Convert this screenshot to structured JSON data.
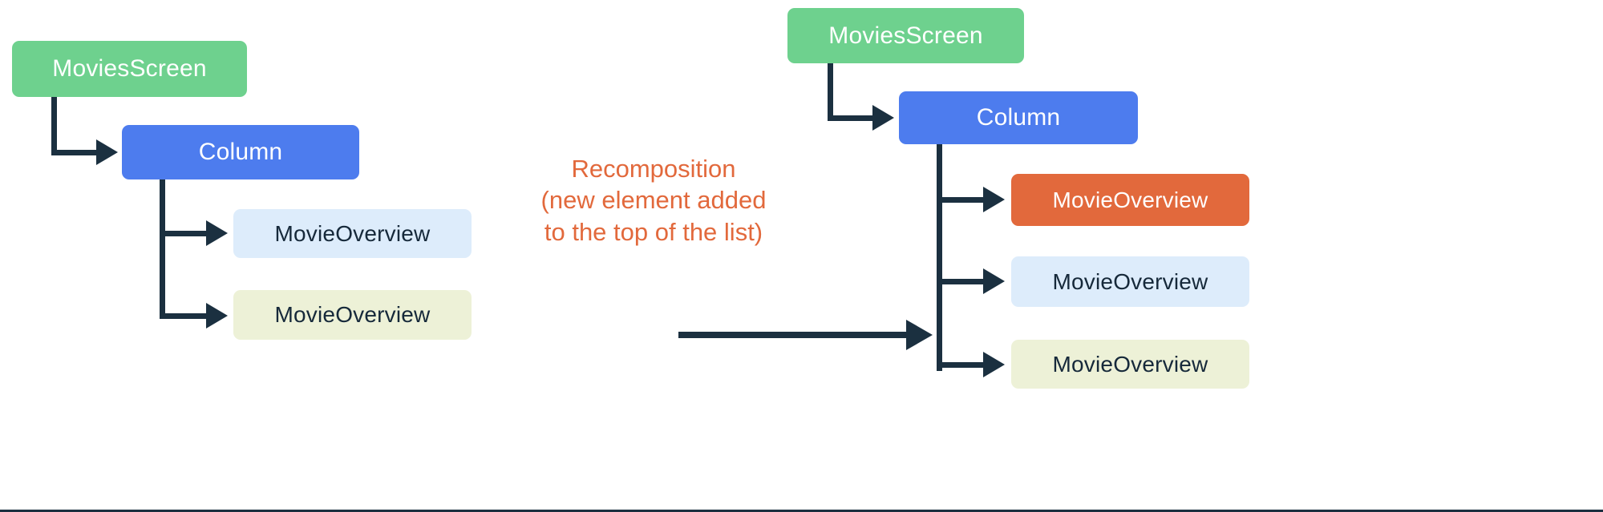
{
  "diagram": {
    "title_text": "Recomposition",
    "colors": {
      "green": "#6ed18e",
      "blue": "#4d7cee",
      "orange": "#e2693c",
      "light_blue": "#ddecfb",
      "pale_yellow": "#edf1d7",
      "connector": "#1b3040",
      "background": "#ffffff"
    },
    "before": {
      "label": "before-recomposition-tree",
      "nodes": [
        {
          "id": "movies-screen",
          "label": "MoviesScreen",
          "color": "green"
        },
        {
          "id": "column",
          "label": "Column",
          "color": "blue"
        },
        {
          "id": "movie-overview-1",
          "label": "MovieOverview",
          "color": "light_blue"
        },
        {
          "id": "movie-overview-2",
          "label": "MovieOverview",
          "color": "pale_yellow"
        }
      ]
    },
    "transition": {
      "caption_lines": [
        "Recomposition",
        "(new element added",
        "to the top of the list)"
      ],
      "arrow_label": "recomposition-arrow"
    },
    "after": {
      "label": "after-recomposition-tree",
      "nodes": [
        {
          "id": "movies-screen",
          "label": "MoviesScreen",
          "color": "green"
        },
        {
          "id": "column",
          "label": "Column",
          "color": "blue"
        },
        {
          "id": "movie-overview-new",
          "label": "MovieOverview",
          "color": "orange"
        },
        {
          "id": "movie-overview-1",
          "label": "MovieOverview",
          "color": "light_blue"
        },
        {
          "id": "movie-overview-2",
          "label": "MovieOverview",
          "color": "pale_yellow"
        }
      ]
    }
  }
}
